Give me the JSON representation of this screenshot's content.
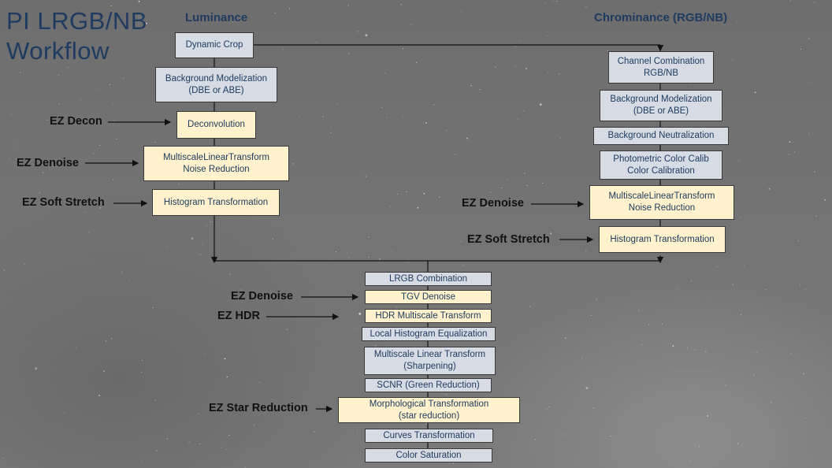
{
  "title": {
    "line1": "PI LRGB/NB",
    "line2": "Workflow"
  },
  "headers": {
    "luminance": "Luminance",
    "chrominance": "Chrominance (RGB/NB)"
  },
  "luminance": {
    "dynamic_crop": [
      "Dynamic Crop"
    ],
    "background_modelization": [
      "Background Modelization",
      "(DBE or ABE)"
    ],
    "deconvolution": [
      "Deconvolution"
    ],
    "mlt_noise": [
      "MultiscaleLinearTransform",
      "Noise Reduction"
    ],
    "histogram": [
      "Histogram Transformation"
    ]
  },
  "chrominance": {
    "channel_combination": [
      "Channel Combination",
      "RGB/NB"
    ],
    "background_modelization": [
      "Background Modelization",
      "(DBE or ABE)"
    ],
    "background_neutralization": [
      "Background Neutralization"
    ],
    "photometric": [
      "Photometric Color Calib",
      "Color Calibration"
    ],
    "mlt_noise": [
      "MultiscaleLinearTransform",
      "Noise Reduction"
    ],
    "histogram": [
      "Histogram Transformation"
    ]
  },
  "combined": {
    "lrgb": [
      "LRGB Combination"
    ],
    "tgv": [
      "TGV Denoise"
    ],
    "hdr": [
      "HDR Multiscale Transform"
    ],
    "lhe": [
      "Local Histogram Equalization"
    ],
    "mlt_sharp": [
      "Multiscale Linear Transform",
      "(Sharpening)"
    ],
    "scnr": [
      "SCNR (Green Reduction)"
    ],
    "morph": [
      "Morphological Transformation",
      "(star reduction)"
    ],
    "curves": [
      "Curves Transformation"
    ],
    "saturation": [
      "Color Saturation"
    ]
  },
  "ez_labels": {
    "decon": "EZ Decon",
    "denoise_lum": "EZ Denoise",
    "soft_stretch_lum": "EZ Soft Stretch",
    "denoise_chrom": "EZ Denoise",
    "soft_stretch_chrom": "EZ Soft Stretch",
    "denoise_combined": "EZ Denoise",
    "hdr": "EZ HDR",
    "star_reduction": "EZ Star Reduction"
  },
  "colors": {
    "gray_box": "#d7dbe3",
    "yellow_box": "#fff2cc",
    "title": "#1f3b60",
    "connector": "#111111"
  }
}
